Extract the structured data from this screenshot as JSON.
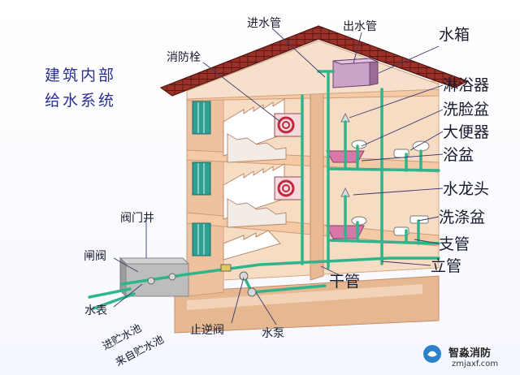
{
  "title_lines": [
    "建筑内部",
    "给水系统"
  ],
  "labels": {
    "inlet_pipe": "进水管",
    "outlet_pipe": "出水管",
    "water_tank": "水箱",
    "hydrant": "消防栓",
    "shower": "淋浴器",
    "washbasin": "洗脸盆",
    "toilet": "大便器",
    "bathtub": "浴盆",
    "faucet": "水龙头",
    "sink": "洗涤盆",
    "branch_pipe": "支管",
    "riser_pipe": "立管",
    "main_pipe": "干管",
    "valve_well": "阀门井",
    "gate_valve": "闸阀",
    "water_meter": "水表",
    "to_storage_pool": "进贮水池",
    "from_storage_pool": "来自贮水池",
    "check_valve": "止逆阀",
    "water_pump": "水泵"
  },
  "watermark": {
    "name": "智淼消防",
    "url": "zmjaxf.com"
  },
  "colors": {
    "pipe": "#2fb58b",
    "wall": "#f2c7a5",
    "wall_dark": "#d89a78",
    "roof": "#8b2a24",
    "window": "#2f9f94",
    "label_line": "#3a3a6e"
  }
}
